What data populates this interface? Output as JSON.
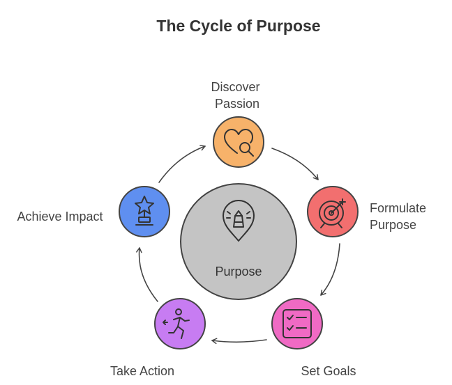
{
  "title": "The Cycle of Purpose",
  "center": {
    "label": "Purpose",
    "icon": "lighthouse-pin-icon",
    "fill": "#c4c4c4",
    "stroke": "#444444"
  },
  "stages": [
    {
      "id": "discover-passion",
      "label_lines": [
        "Discover",
        "Passion"
      ],
      "icon": "heart-search-icon",
      "fill": "#f7b26a",
      "stroke": "#444444"
    },
    {
      "id": "formulate-purpose",
      "label_lines": [
        "Formulate",
        "Purpose"
      ],
      "icon": "target-arrow-icon",
      "fill": "#f26f6f",
      "stroke": "#444444"
    },
    {
      "id": "set-goals",
      "label_lines": [
        "Set Goals"
      ],
      "icon": "checklist-icon",
      "fill": "#f06ac4",
      "stroke": "#444444"
    },
    {
      "id": "take-action",
      "label_lines": [
        "Take Action"
      ],
      "icon": "running-person-icon",
      "fill": "#c77cf2",
      "stroke": "#444444"
    },
    {
      "id": "achieve-impact",
      "label_lines": [
        "Achieve Impact"
      ],
      "icon": "star-trophy-icon",
      "fill": "#5f8ff0",
      "stroke": "#444444"
    }
  ]
}
